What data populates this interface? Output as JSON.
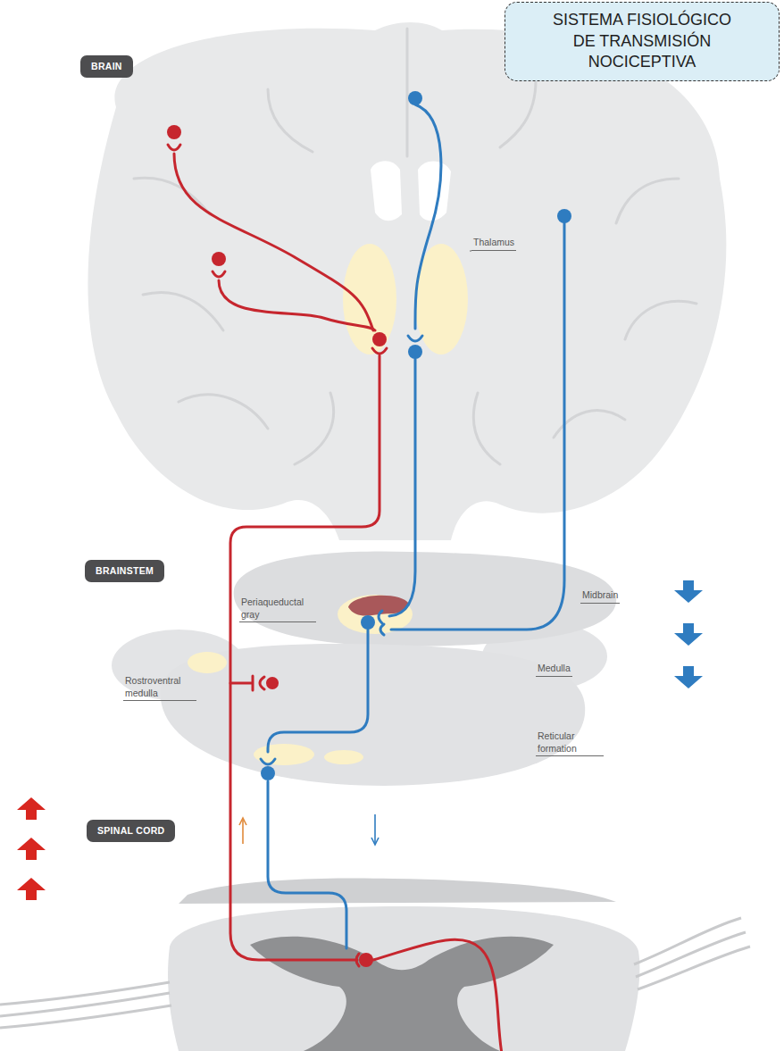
{
  "diagram": {
    "nodes": [
      {
        "text": [
          "SISTEMA FISIOLÓGICO DE TRANSMISIÓN NOCICEPTIVA"
        ]
      },
      {
        "text": [
          "BRAIN"
        ]
      },
      {
        "text": [
          "BRAINSTEM"
        ]
      },
      {
        "text": [
          "SPINAL CORD"
        ]
      }
    ],
    "labels": [
      "Thalamus",
      "Periaqueductal gray",
      "Midbrain",
      "Medulla",
      "Rostroventral medulla",
      "Reticular formation"
    ]
  }
}
